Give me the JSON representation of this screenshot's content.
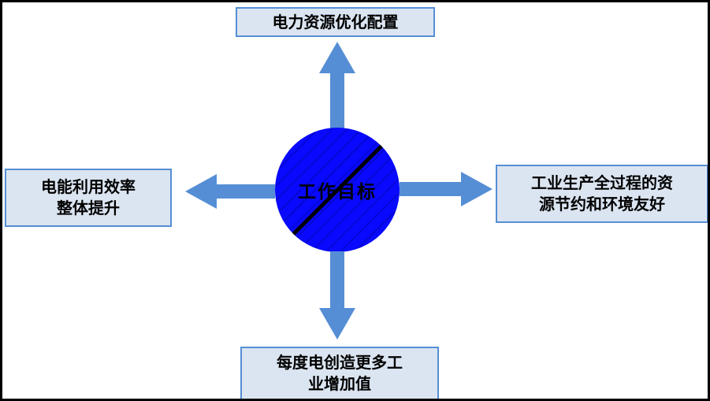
{
  "diagram": {
    "center": {
      "label": "工作目标"
    },
    "top_box": {
      "label": "电力资源优化配置"
    },
    "left_box": {
      "line1": "电能利用效率",
      "line2": "整体提升"
    },
    "right_box": {
      "line1": "工业生产全过程的资",
      "line2": "源节约和环境友好"
    },
    "bottom_box": {
      "line1": "每度电创造更多工",
      "line2": "业增加值"
    },
    "colors": {
      "box_fill": "#dbe5f1",
      "box_border": "#558ed5",
      "arrow": "#558ed5",
      "circle_fill": "#0909ff",
      "text": "#000000"
    }
  }
}
